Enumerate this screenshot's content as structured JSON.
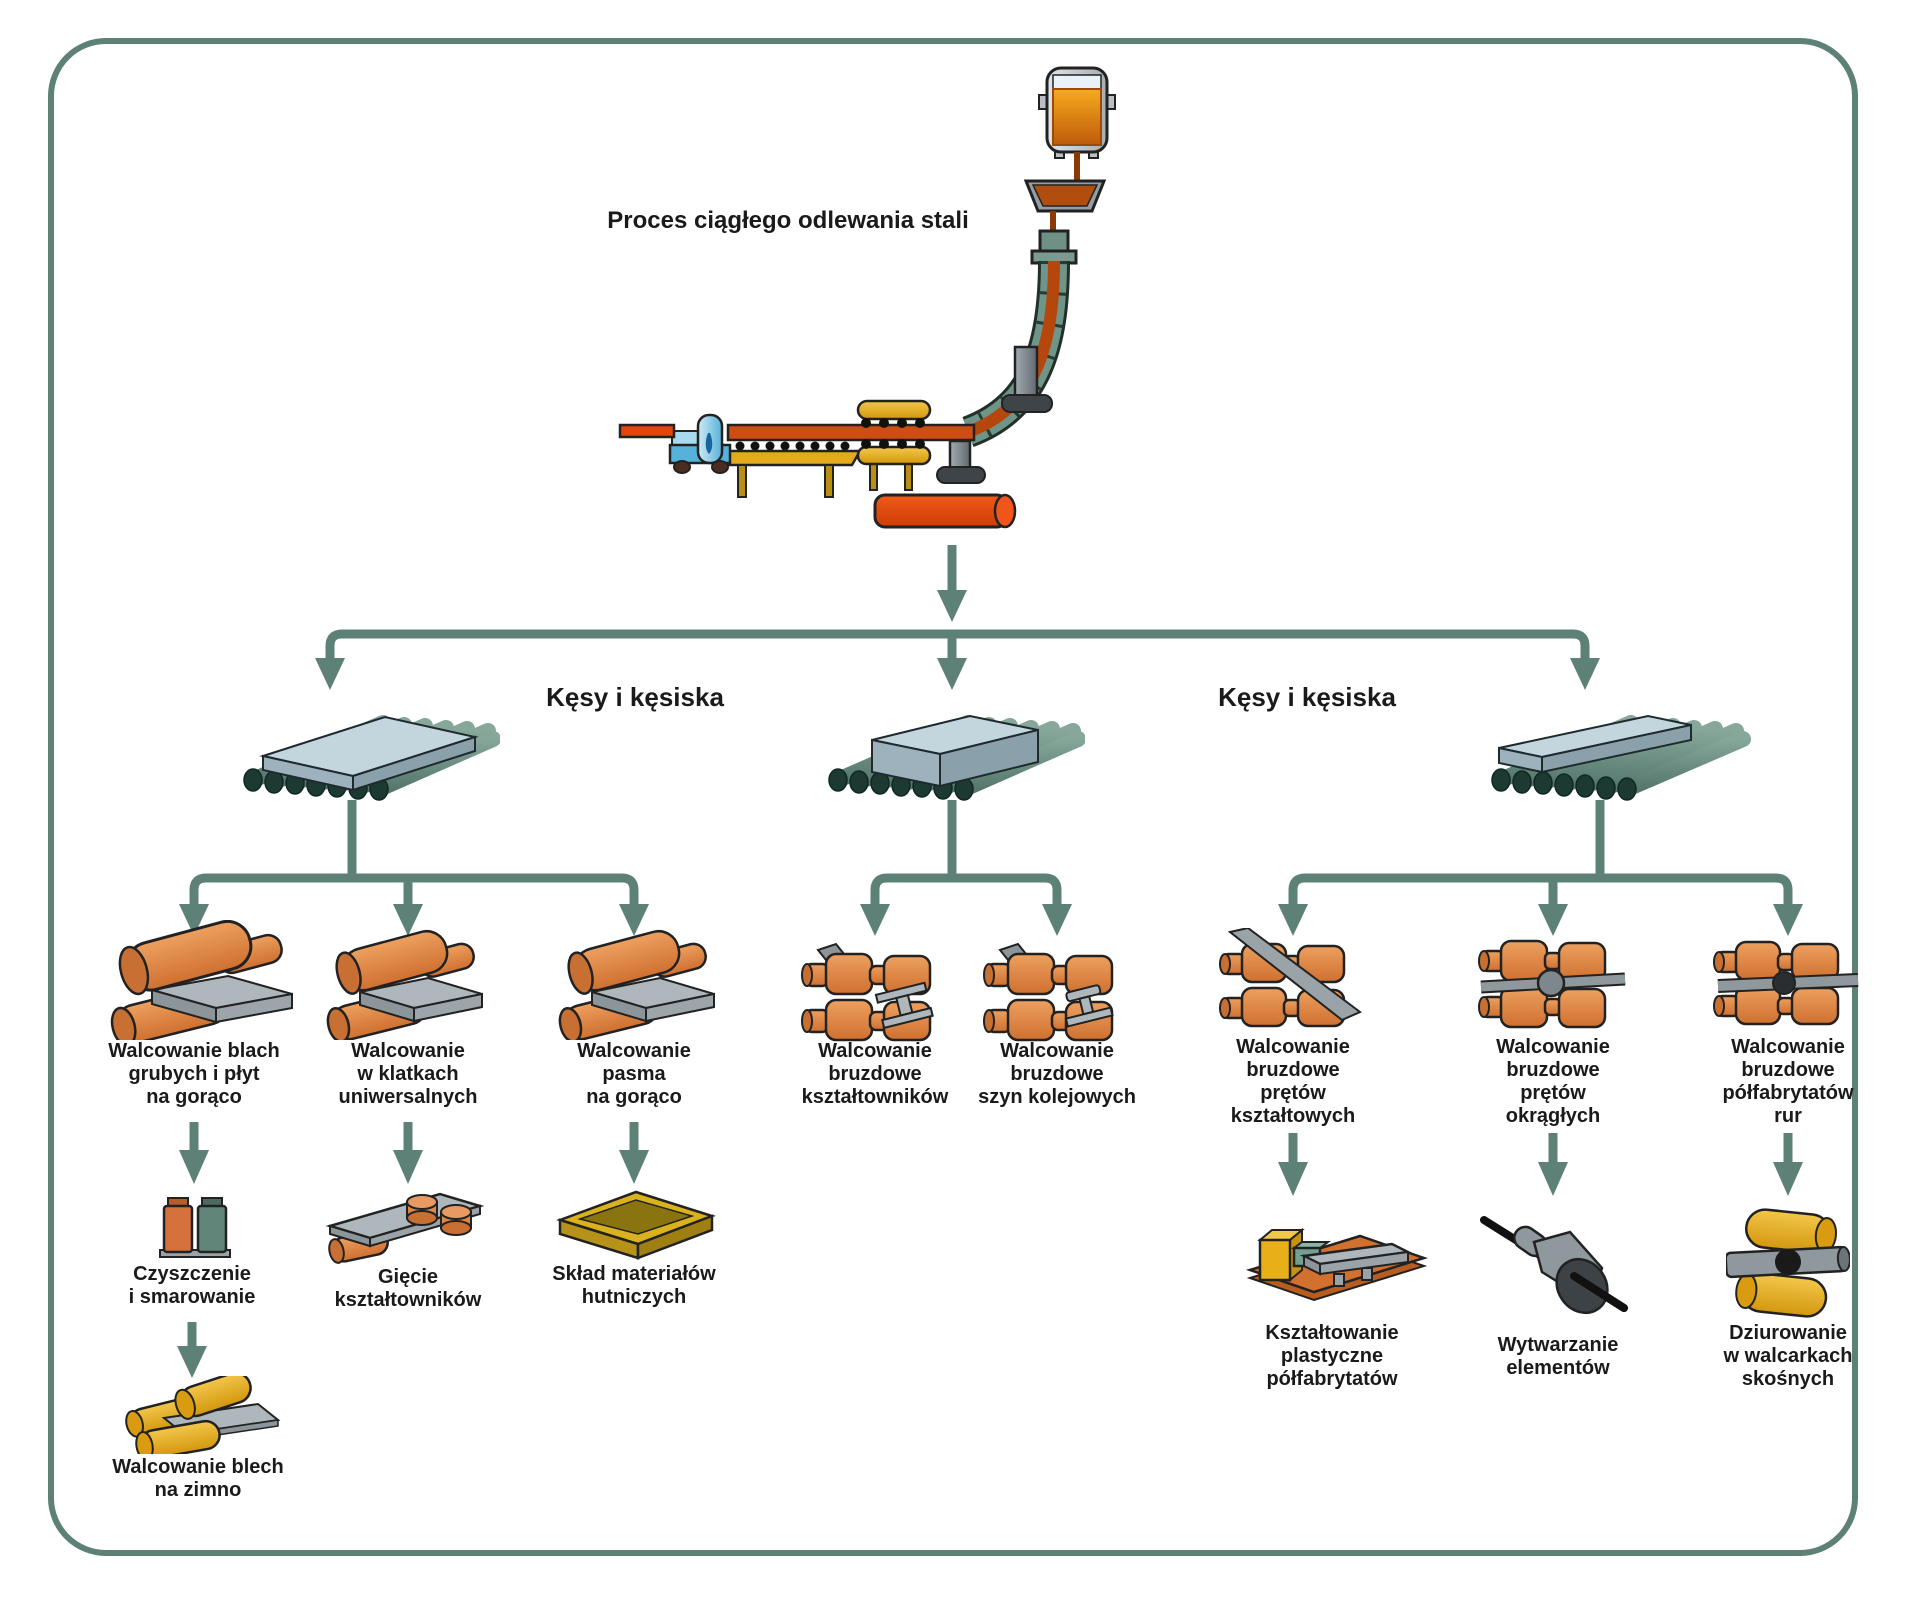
{
  "title": "Proces ciągłego odlewania stali",
  "branch_headers": {
    "left": "Kęsy i kęsiska",
    "right": "Kęsy i kęsiska"
  },
  "colors": {
    "accent_teal": "#5d8177",
    "roller_teal": "#6f9488",
    "roll_orange": "#e08a4f",
    "hot_steel_red": "#e8430e",
    "machine_yellow": "#e2ab1b",
    "steel_gray": "#aeb8bc"
  },
  "icons": {
    "caster": "continuous-casting-machine-illustration",
    "stacks": [
      "slab-on-rollers",
      "bloom-on-rollers",
      "billet-on-rollers"
    ],
    "mills": [
      "two-high-plate-mill",
      "universal-stand-mill",
      "hot-strip-mill",
      "grooved-roll-sections",
      "grooved-roll-rails",
      "grooved-roll-flat-bars",
      "grooved-roll-round-bars",
      "grooved-roll-tube-blanks"
    ],
    "sub": [
      "cleaning-station",
      "section-bending",
      "steel-stockyard",
      "cold-rolling-stand",
      "forming-press",
      "piercing-mandrel",
      "skew-rolling-mill"
    ]
  },
  "left_branch": {
    "processes": [
      {
        "label": "Walcowanie blach\ngrubych i płyt\nna gorąco"
      },
      {
        "label": "Walcowanie\nw klatkach\nuniwersalnych"
      },
      {
        "label": "Walcowanie\npasma\nna gorąco"
      }
    ],
    "sub_processes": [
      {
        "label": "Czyszczenie\ni smarowanie"
      },
      {
        "label": "Gięcie\nkształtowników"
      },
      {
        "label": "Skład materiałów\nhutniczych"
      },
      {
        "label": "Walcowanie blech\nna zimno"
      }
    ]
  },
  "middle_branch": {
    "processes": [
      {
        "label": "Walcowanie\nbruzdowe\nkształtowników"
      },
      {
        "label": "Walcowanie\nbruzdowe\nszyn kolejowych"
      }
    ]
  },
  "right_branch": {
    "processes": [
      {
        "label": "Walcowanie\nbruzdowe\nprętów\nkształtowych"
      },
      {
        "label": "Walcowanie\nbruzdowe\npółfabrytatów\nrur"
      },
      {
        "label": "Walcowanie\nbruzdowe\nprętów\nokrągłych"
      }
    ],
    "sub_processes": [
      {
        "label": "Kształtowanie\nplastyczne\npółfabrytatów"
      },
      {
        "label": "Wytwarzanie\nelementów"
      },
      {
        "label": "Dziurowanie\nw walcarkach\nskośnych"
      }
    ]
  }
}
